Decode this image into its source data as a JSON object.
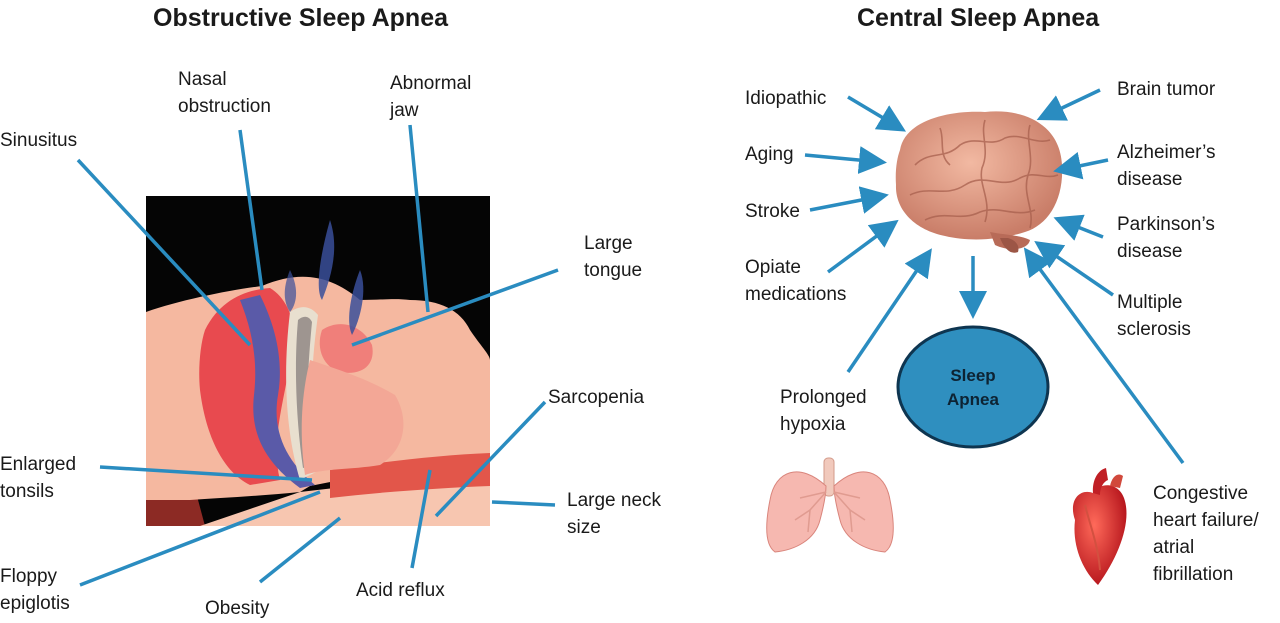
{
  "osa": {
    "title": "Obstructive Sleep Apnea",
    "labels": {
      "nasal_1": "Nasal",
      "nasal_2": "obstruction",
      "jaw_1": "Abnormal",
      "jaw_2": "jaw",
      "sinusitus": "Sinusitus",
      "tongue_1": "Large",
      "tongue_2": "tongue",
      "sarcopenia": "Sarcopenia",
      "tonsils_1": "Enlarged",
      "tonsils_2": "tonsils",
      "neck_1": "Large neck",
      "neck_2": "size",
      "epiglotis_1": "Floppy",
      "epiglotis_2": "epiglotis",
      "obesity": "Obesity",
      "reflux": "Acid reflux"
    }
  },
  "csa": {
    "title": "Central Sleep Apnea",
    "center_1": "Sleep",
    "center_2": "Apnea",
    "labels": {
      "idiopathic": "Idiopathic",
      "aging": "Aging",
      "stroke": "Stroke",
      "opiate_1": "Opiate",
      "opiate_2": "medications",
      "hypoxia_1": "Prolonged",
      "hypoxia_2": "hypoxia",
      "tumor": "Brain tumor",
      "alz_1": "Alzheimer’s",
      "alz_2": "disease",
      "park_1": "Parkinson’s",
      "park_2": "disease",
      "ms_1": "Multiple",
      "ms_2": "sclerosis",
      "chf_1": "Congestive",
      "chf_2": "heart failure/",
      "chf_3": "atrial",
      "chf_4": "fibrillation"
    }
  },
  "colors": {
    "arrow": "#2a8cc0",
    "center_fill": "#2f8fbf",
    "center_stroke": "#0e3550"
  }
}
